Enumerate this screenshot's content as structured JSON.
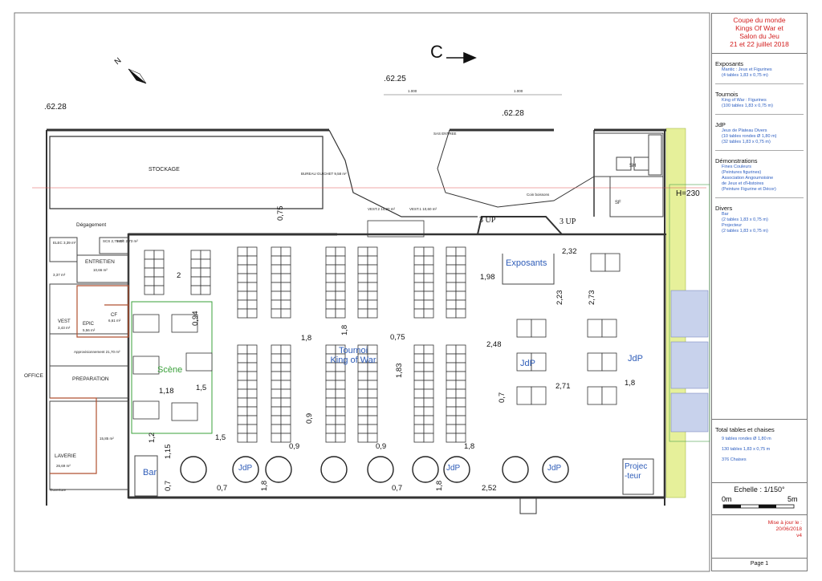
{
  "plan": {
    "levels": [
      ".62.28",
      ".62.25",
      ".62.28"
    ],
    "height_marker": "H=230",
    "section_marker": "C",
    "north_marker": "N",
    "dim_top": [
      "1.000",
      "1.000"
    ],
    "rooms": {
      "stockage": "STOCKAGE",
      "degagement": "Dégagement",
      "bureau": "BUREAU\nGUICHET\n9,58 m²",
      "vest2": "VEST.2\n10,20 m²",
      "vest1": "VEST.1\n10,60 m²",
      "sas": "SAS ENTREE",
      "entretien": "ENTRETIEN",
      "entretien_area": "10,66 m²",
      "elec": "ELEC\n3,39 m²",
      "scs": "SCS\n2,75 m²",
      "sce": "SCE\n2,73 m²",
      "vest": "VEST",
      "vest_area": "3,43 m²",
      "epic": "EPIC",
      "epic_area": "5,56 m²",
      "cf": "CF",
      "cf_area": "6,61 m²",
      "approvisionnement": "Approvisionnement\n21,70 m²",
      "preparation": "PREPARATION",
      "office": "OFFICE",
      "laverie": "LAVERIE",
      "laverie_area": "26,69 m²",
      "area_1585": "15,85 m²",
      "area_337": "3,37 m²",
      "sf": "SF",
      "sh": "SH",
      "coin_boissons": "Coin boissons",
      "ouverture": "Ouverture"
    },
    "zones": {
      "scene": "Scène",
      "tournoi": "Tournoi\nKing of War",
      "exposants": "Exposants",
      "jdp": "JdP",
      "bar": "Bar",
      "projecteur": "Projec\n-teur",
      "up": "3 UP"
    },
    "dims": [
      "2",
      "0,94",
      "1,5",
      "1,18",
      "1,5",
      "1,2",
      "1,15",
      "0,7",
      "0,9",
      "1,8",
      "1,8",
      "0,75",
      "1,83",
      "0,75",
      "0,9",
      "0,9",
      "1,8",
      "0,7",
      "1,8",
      "0,7",
      "1,8",
      "2,52",
      "2,32",
      "1,98",
      "2,23",
      "2,73",
      "2,48",
      "2,71",
      "0,7",
      "1,8"
    ]
  },
  "legend": {
    "title": "Coupe du monde\nKings Of War et\nSalon du Jeu\n21 et 22 juillet 2018",
    "sections": [
      {
        "heading": "Exposants",
        "items": [
          "Mantic : Jeux et Figurines",
          "(4 tables 1,83 x 0,75 m)"
        ]
      },
      {
        "heading": "Tournois",
        "items": [
          "King of War : Figurines",
          "(100 tables 1,83 x 0,75 m)"
        ]
      },
      {
        "heading": "JdP",
        "items": [
          "Jeux de Plateau Divers",
          "(10 tables rondes Ø 1,80 m)",
          "(32 tables 1,83 x 0,75 m)"
        ]
      },
      {
        "heading": "Démonstrations",
        "items": [
          "Fines Couleurs",
          "(Peintures figurines)",
          "Association Angoumoisine",
          "de Jeux et d'Histoires",
          "(Peinture Figurine et Décor)"
        ]
      },
      {
        "heading": "Divers",
        "items": [
          "Bar",
          "(2 tables 1,83 x 0,75 m)",
          "Projecteur",
          "(2 tables 1,83 x 0,75 m)"
        ]
      }
    ],
    "totals_heading": "Total tables et chaises",
    "totals": [
      "9 tables rondes Ø 1,80 m",
      "130 tables 1,83 x 0,75 m",
      "376 Chaises"
    ],
    "scale_label": "Echelle : 1/150°",
    "scale_start": "0m",
    "scale_end": "5m",
    "update_label": "Mise à jour le :",
    "update_date": "20/06/2018",
    "version": "v4",
    "page": "Page  1"
  }
}
